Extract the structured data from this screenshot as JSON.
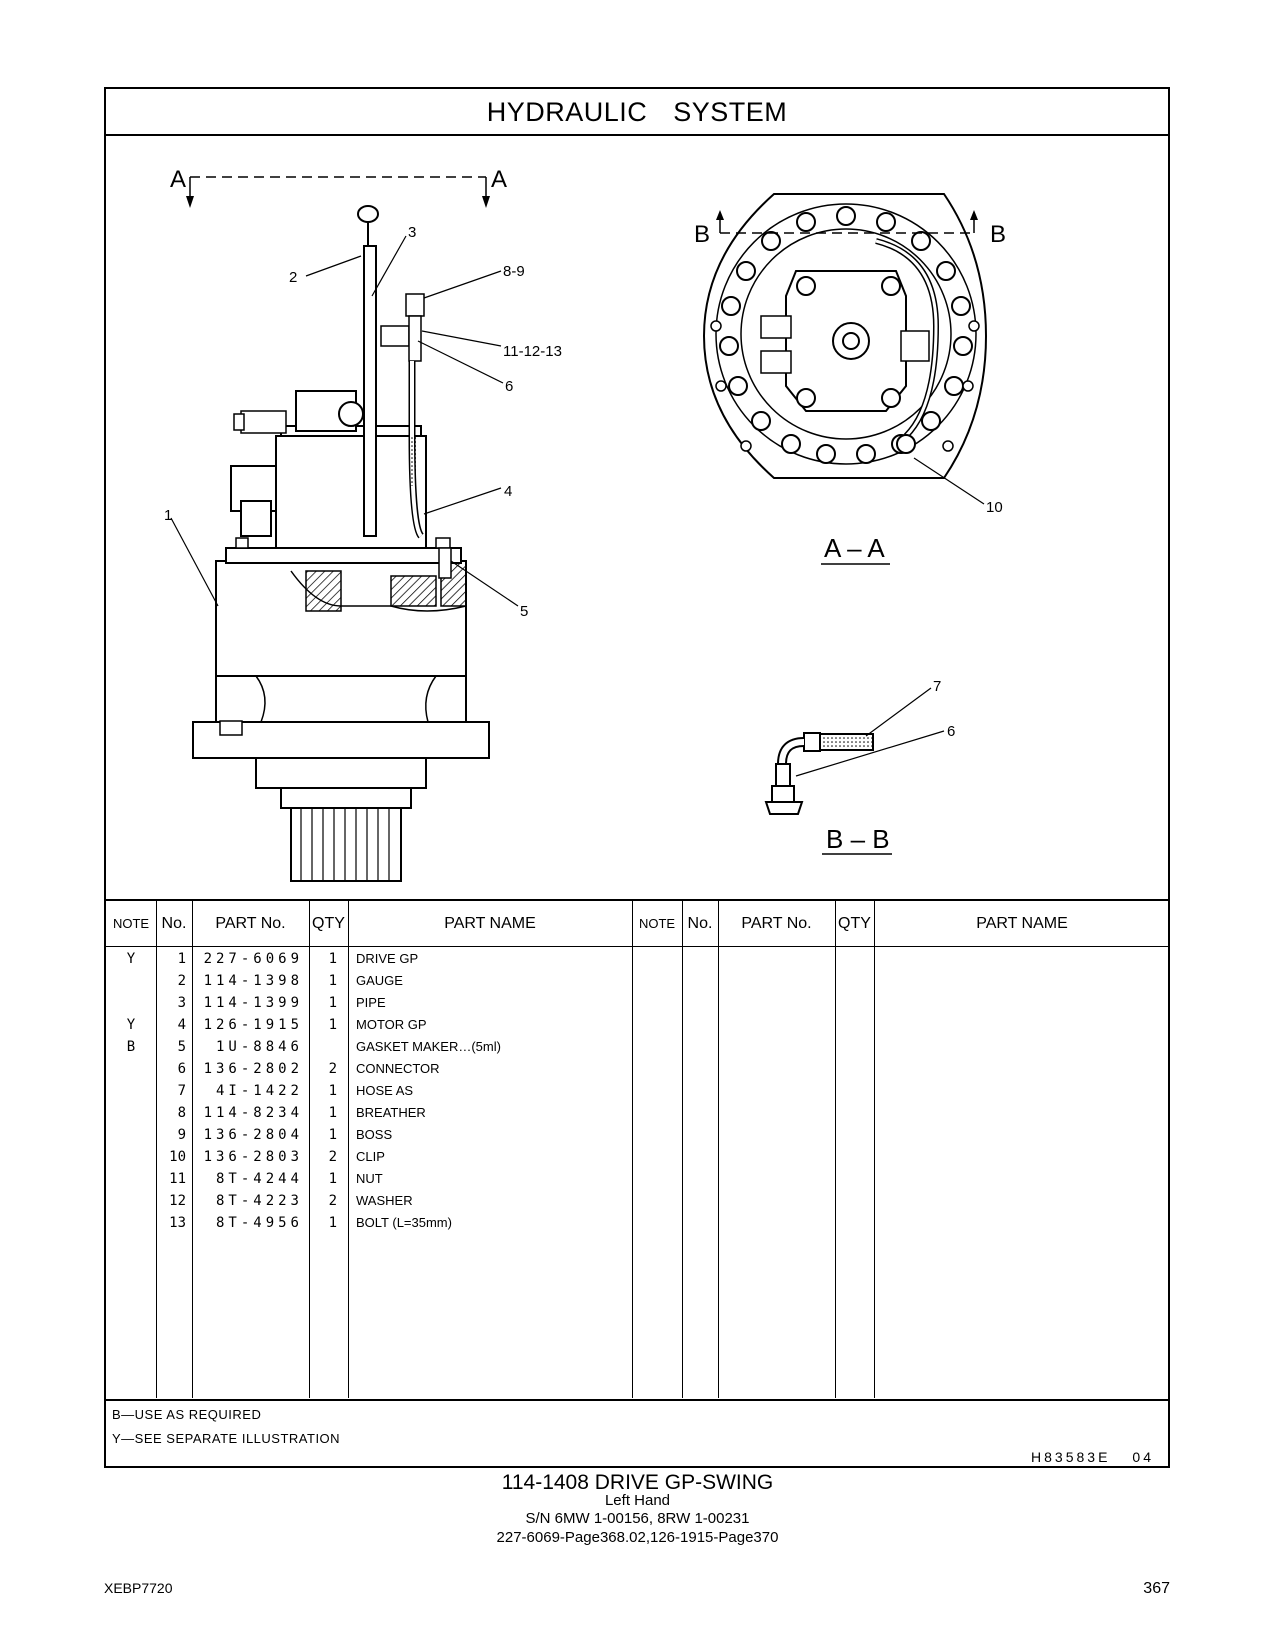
{
  "header": {
    "title_word1": "HYDRAULIC",
    "title_word2": "SYSTEM"
  },
  "illustration": {
    "view_markers": {
      "a_left": "A",
      "a_right": "A",
      "b_left": "B",
      "b_right": "B"
    },
    "callouts": {
      "c1": "1",
      "c2": "2",
      "c3": "3",
      "c4": "4",
      "c5": "5",
      "c6a": "6",
      "c89": "8-9",
      "c111213": "11-12-13",
      "c10": "10",
      "c7": "7",
      "c6b": "6"
    },
    "section_aa": "A – A",
    "section_bb": "B – B"
  },
  "table": {
    "headers": {
      "note": "NOTE",
      "no": "No.",
      "part_no": "PART No.",
      "qty": "QTY",
      "part_name": "PART NAME",
      "note2": "NOTE",
      "no2": "No.",
      "part_no2": "PART No.",
      "qty2": "QTY",
      "part_name2": "PART NAME"
    },
    "rows": [
      {
        "note": "Y",
        "no": "1",
        "part_no": "227-6069",
        "qty": "1",
        "name": "DRIVE  GP"
      },
      {
        "note": "",
        "no": "2",
        "part_no": "114-1398",
        "qty": "1",
        "name": "GAUGE"
      },
      {
        "note": "",
        "no": "3",
        "part_no": "114-1399",
        "qty": "1",
        "name": "PIPE"
      },
      {
        "note": "Y",
        "no": "4",
        "part_no": "126-1915",
        "qty": "1",
        "name": "MOTOR  GP"
      },
      {
        "note": "B",
        "no": "5",
        "part_no": "1U-8846",
        "qty": "",
        "name": "GASKET  MAKER…(5ml)"
      },
      {
        "note": "",
        "no": "6",
        "part_no": "136-2802",
        "qty": "2",
        "name": "CONNECTOR"
      },
      {
        "note": "",
        "no": "7",
        "part_no": "4I-1422",
        "qty": "1",
        "name": "HOSE  AS"
      },
      {
        "note": "",
        "no": "8",
        "part_no": "114-8234",
        "qty": "1",
        "name": "BREATHER"
      },
      {
        "note": "",
        "no": "9",
        "part_no": "136-2804",
        "qty": "1",
        "name": "BOSS"
      },
      {
        "note": "",
        "no": "10",
        "part_no": "136-2803",
        "qty": "2",
        "name": "CLIP"
      },
      {
        "note": "",
        "no": "11",
        "part_no": "8T-4244",
        "qty": "1",
        "name": "NUT"
      },
      {
        "note": "",
        "no": "12",
        "part_no": "8T-4223",
        "qty": "2",
        "name": "WASHER"
      },
      {
        "note": "",
        "no": "13",
        "part_no": "8T-4956",
        "qty": "1",
        "name": "BOLT (L=35mm)"
      }
    ]
  },
  "legend": {
    "b": "B―USE  AS  REQUIRED",
    "y": "Y―SEE  SEPARATE  ILLUSTRATION"
  },
  "drawing_code": {
    "code": "H83583E",
    "rev": "04"
  },
  "caption": {
    "line1": "114‑1408   DRIVE  GP‑SWING",
    "line2": "Left  Hand",
    "line3": "S/N 6MW 1‑00156, 8RW 1‑00231",
    "line4": "227‑6069‑Page368.02,126‑1915‑Page370"
  },
  "footer": {
    "doc_id": "XEBP7720",
    "page_number": "367"
  }
}
